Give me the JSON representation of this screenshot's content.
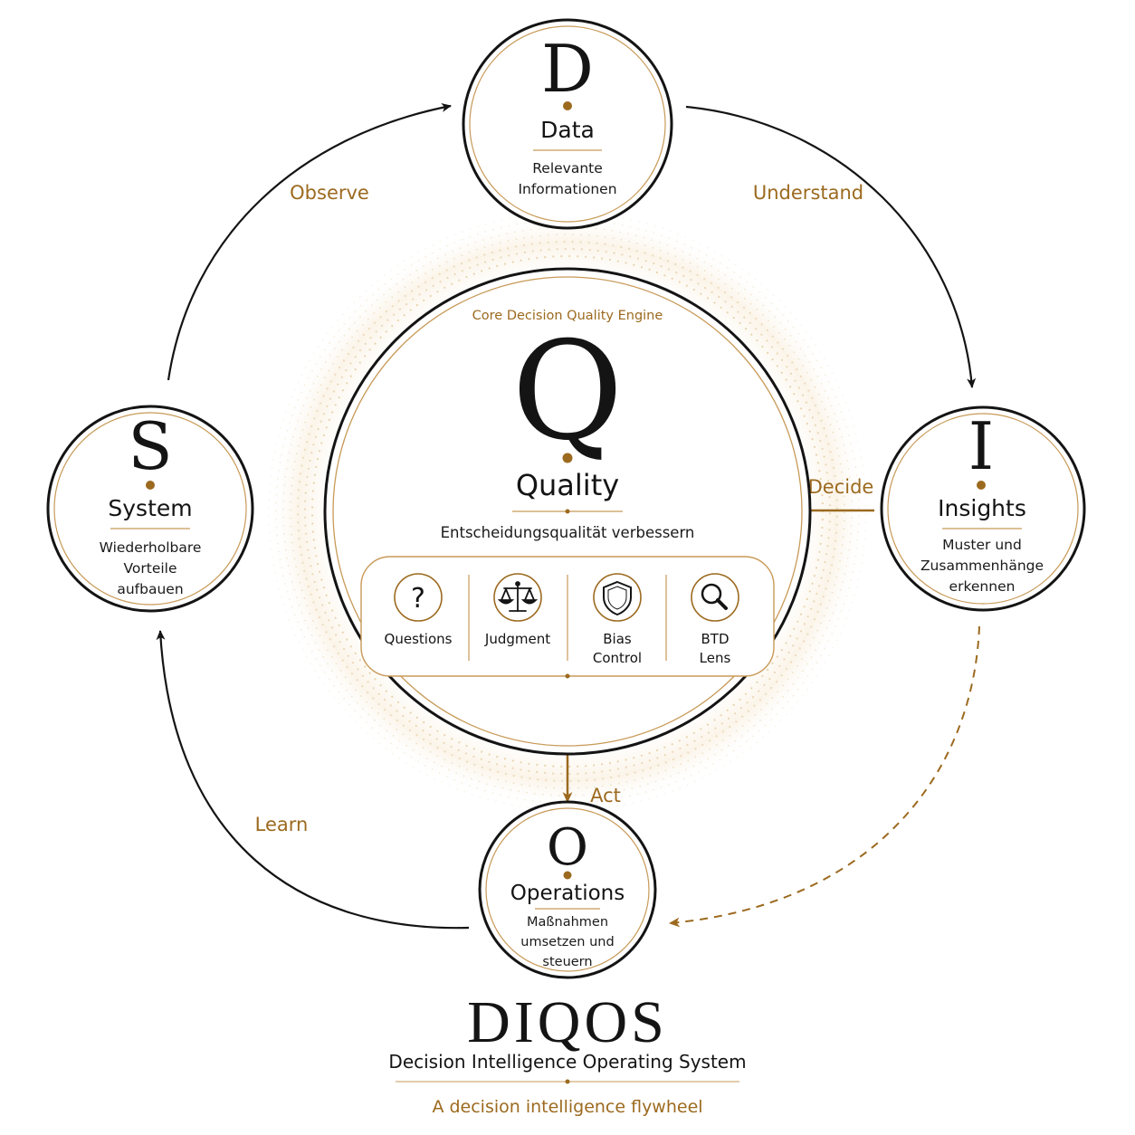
{
  "colors": {
    "ink": "#141414",
    "gold": "#9c6a1f",
    "gold_light": "#c89a58",
    "dots": "#e6cfa6"
  },
  "nodes": {
    "data": {
      "letter": "D",
      "title": "Data",
      "desc_lines": [
        "Relevante",
        "Informationen"
      ]
    },
    "insights": {
      "letter": "I",
      "title": "Insights",
      "desc_lines": [
        "Muster und",
        "Zusammenhänge",
        "erkennen"
      ]
    },
    "operations": {
      "letter": "O",
      "title": "Operations",
      "desc_lines": [
        "Maßnahmen",
        "umsetzen und",
        "steuern"
      ]
    },
    "system": {
      "letter": "S",
      "title": "System",
      "desc_lines": [
        "Wiederholbare",
        "Vorteile",
        "aufbauen"
      ]
    }
  },
  "core": {
    "caption": "Core Decision Quality Engine",
    "letter": "Q",
    "title": "Quality",
    "subtitle": "Entscheidungsqualität verbessern",
    "tools": [
      {
        "icon": "question-mark-icon",
        "label_lines": [
          "Questions"
        ]
      },
      {
        "icon": "balance-scale-icon",
        "label_lines": [
          "Judgment"
        ]
      },
      {
        "icon": "shield-icon",
        "label_lines": [
          "Bias",
          "Control"
        ]
      },
      {
        "icon": "magnifier-icon",
        "label_lines": [
          "BTD",
          "Lens"
        ]
      }
    ]
  },
  "edges": {
    "observe": "Observe",
    "understand": "Understand",
    "decide": "Decide",
    "act": "Act",
    "learn": "Learn"
  },
  "brand": {
    "title": "DIQOS",
    "subtitle": "Decision Intelligence Operating System",
    "tagline": "A decision intelligence flywheel"
  }
}
